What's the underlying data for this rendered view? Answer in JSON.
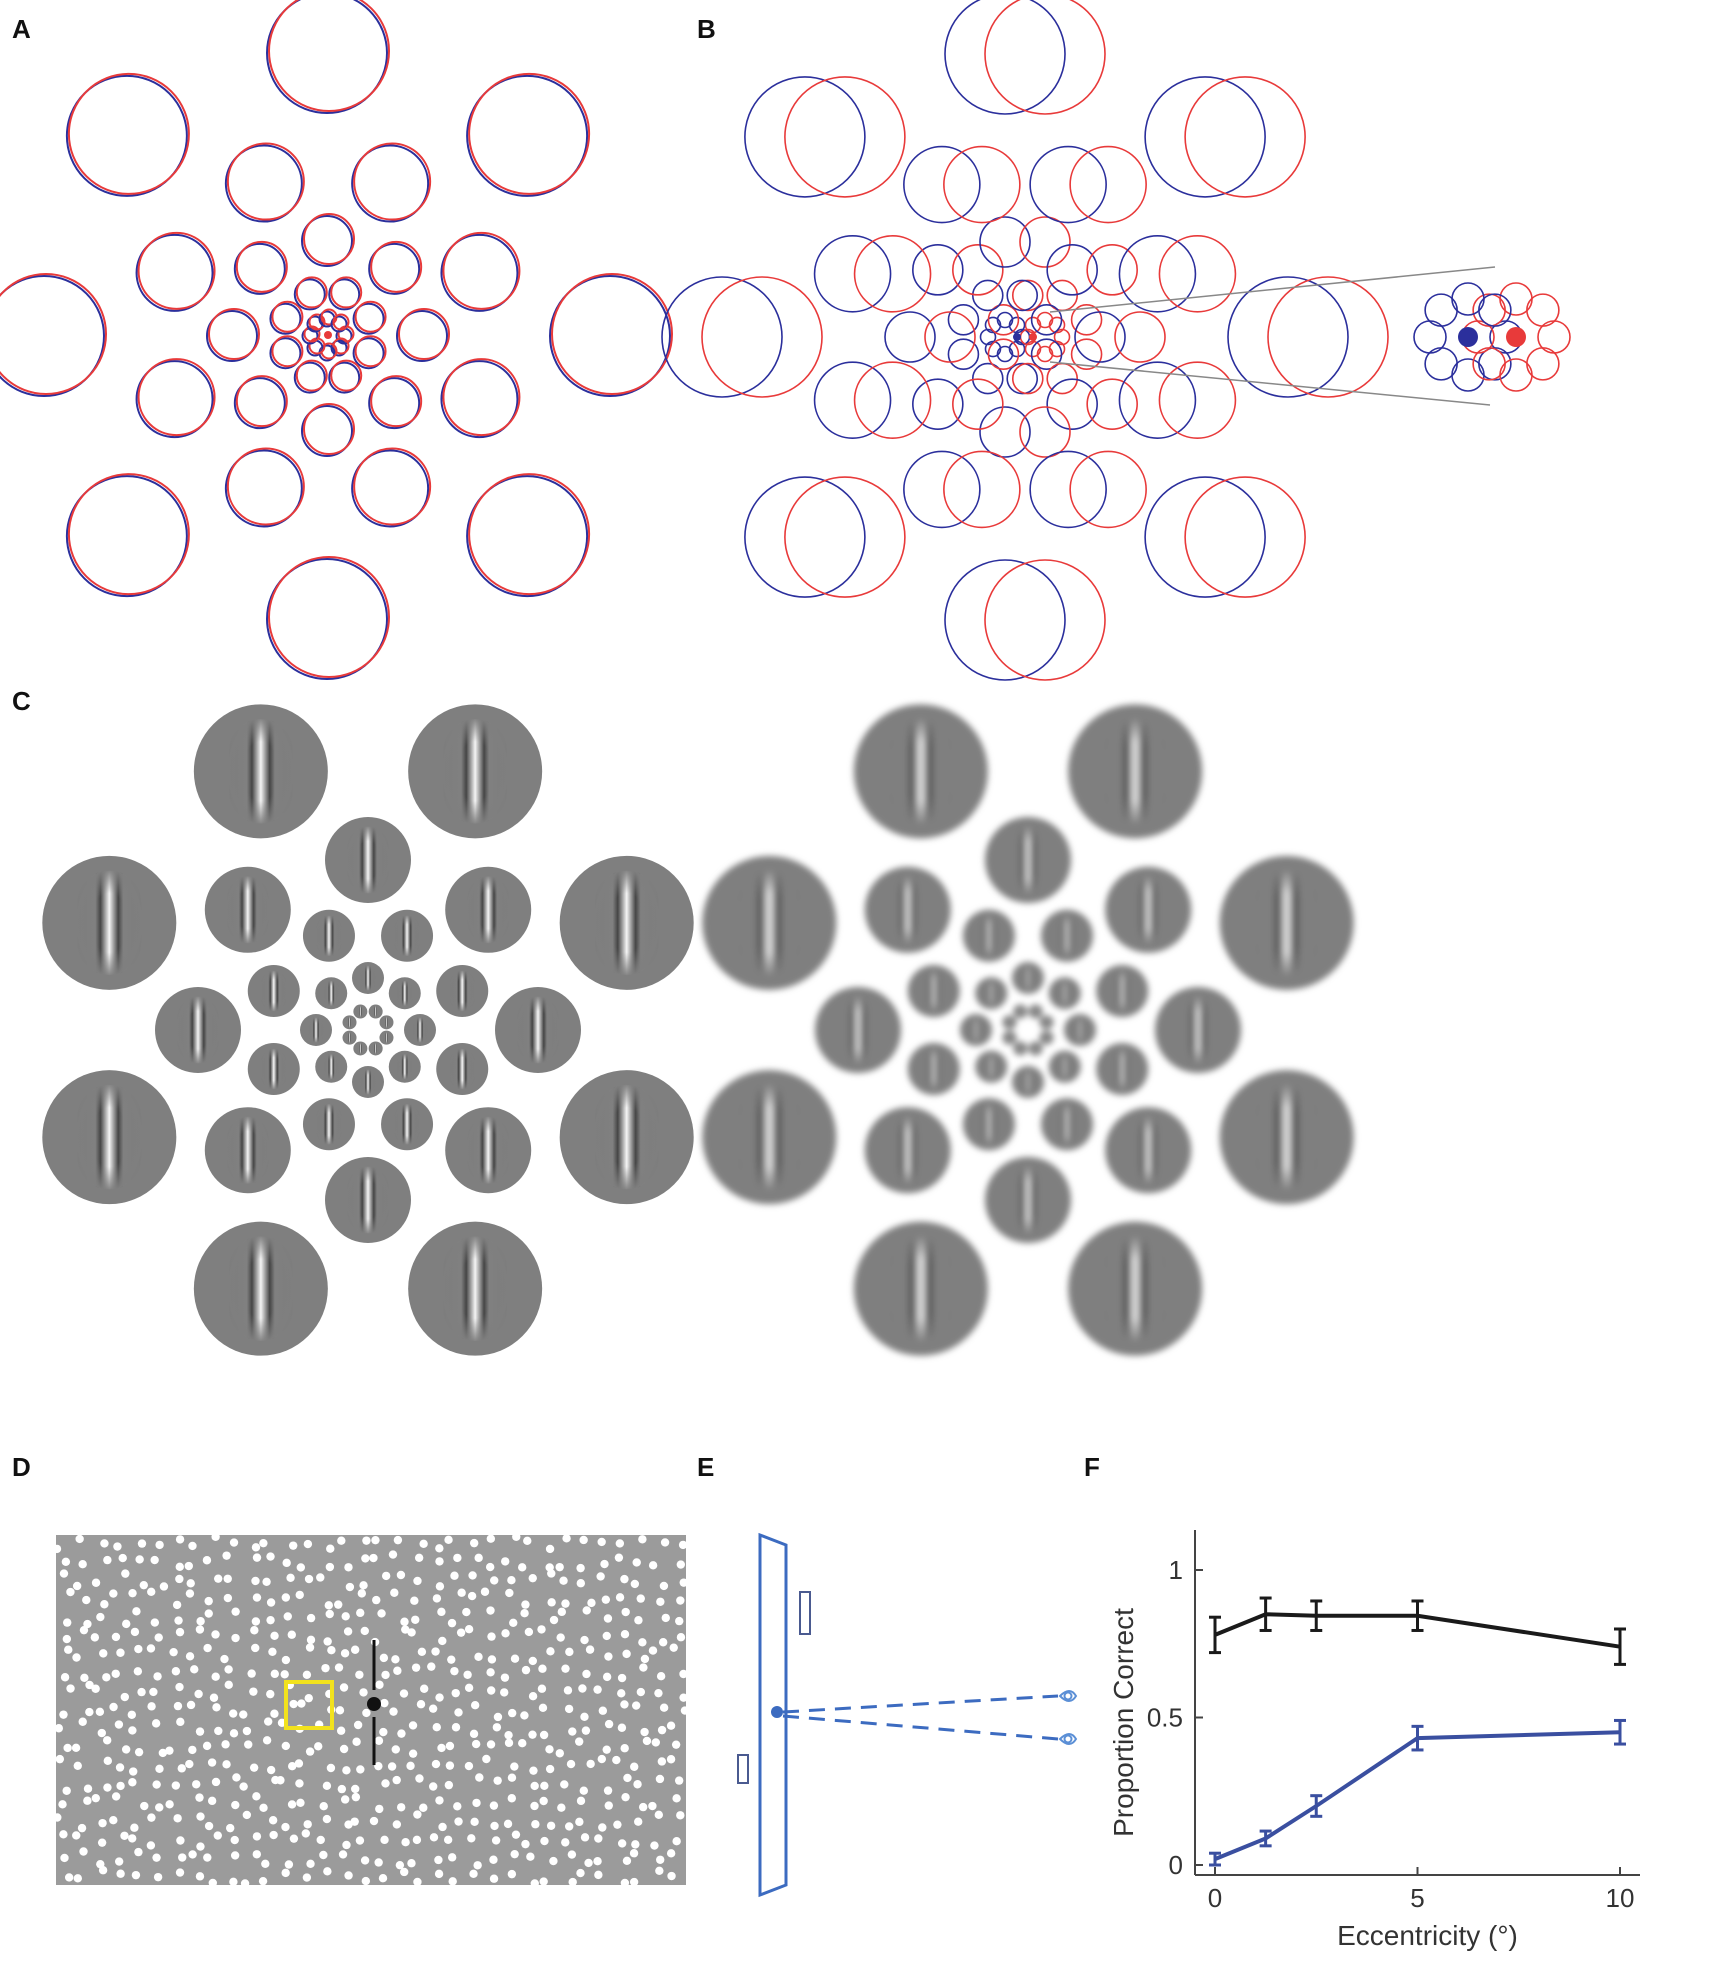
{
  "panels": {
    "a": {
      "label": "A"
    },
    "b": {
      "label": "B"
    },
    "c": {
      "label": "C"
    },
    "d": {
      "label": "D"
    },
    "e": {
      "label": "E"
    },
    "f": {
      "label": "F"
    }
  },
  "colors": {
    "blue": "#2b2f9c",
    "red": "#e83a3a",
    "gabor_gray": "#7f7f7f",
    "dot_bg": "#9b9b9b",
    "yellow": "#f2e21d",
    "schematic_blue": "#3c6bc0"
  },
  "chart_data": {
    "type": "line",
    "xlabel": "Eccentricity (°)",
    "ylabel": "Proportion Correct",
    "xlim": [
      0,
      10
    ],
    "ylim": [
      0,
      1
    ],
    "xticks": [
      "0",
      "5",
      "10"
    ],
    "yticks": [
      "0",
      "0.5",
      "1"
    ],
    "series": [
      {
        "color": "#1a1a1a",
        "x": [
          0,
          1.25,
          2.5,
          5,
          10
        ],
        "y": [
          0.78,
          0.85,
          0.845,
          0.845,
          0.74
        ],
        "err": [
          0.06,
          0.055,
          0.05,
          0.05,
          0.06
        ]
      },
      {
        "color": "#3a4fa0",
        "x": [
          0,
          1.25,
          2.5,
          5,
          10
        ],
        "y": [
          0.02,
          0.09,
          0.2,
          0.43,
          0.45
        ],
        "err": [
          0.02,
          0.025,
          0.035,
          0.04,
          0.04
        ]
      }
    ]
  }
}
